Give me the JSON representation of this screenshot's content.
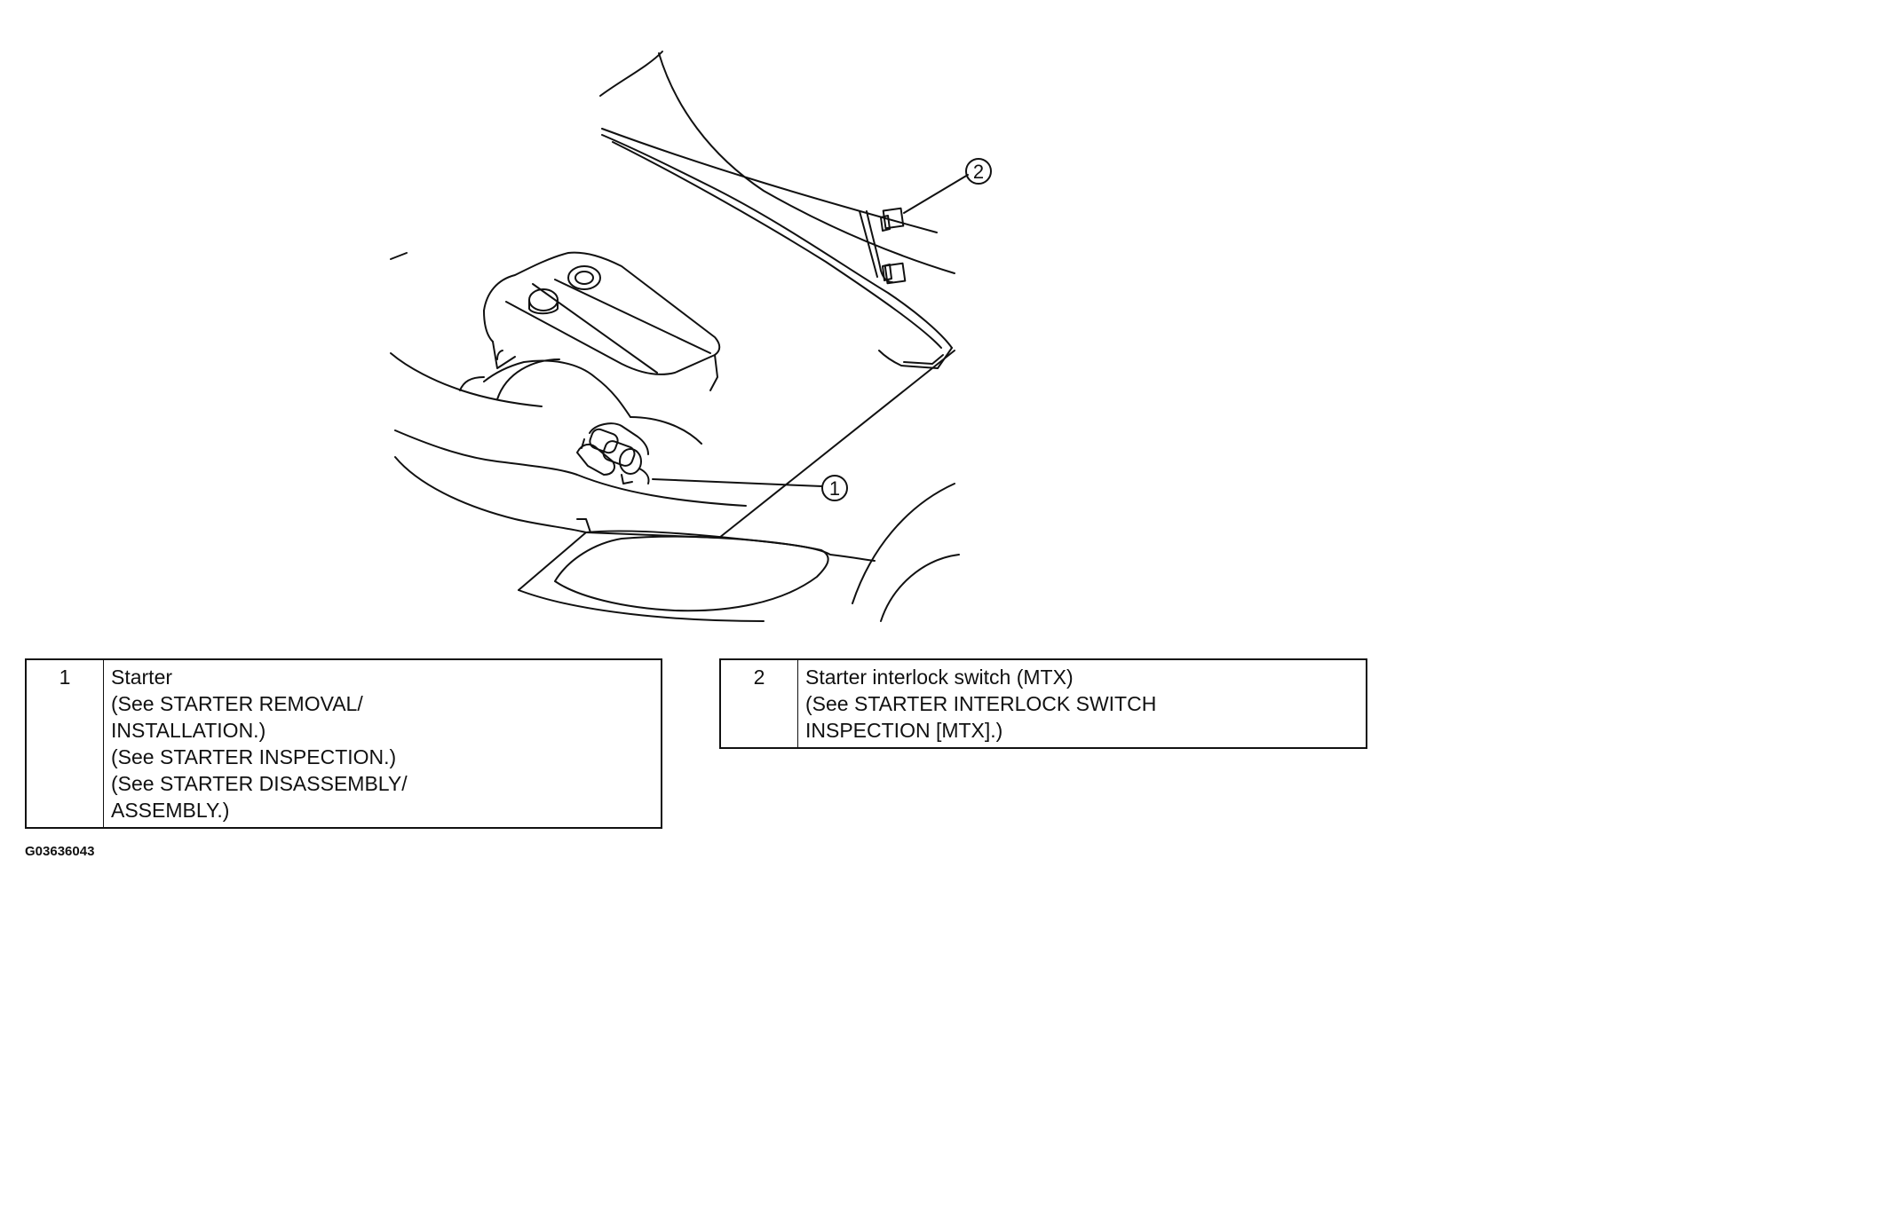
{
  "callouts": {
    "c1": "1",
    "c2": "2"
  },
  "table_1": {
    "number": "1",
    "lines": [
      "Starter",
      "(See STARTER REMOVAL/",
      "INSTALLATION.)",
      "(See STARTER INSPECTION.)",
      "(See STARTER DISASSEMBLY/",
      "ASSEMBLY.)"
    ]
  },
  "table_2": {
    "number": "2",
    "lines": [
      "Starter interlock switch (MTX)",
      "(See STARTER INTERLOCK SWITCH",
      "INSPECTION [MTX].)"
    ]
  },
  "figure_id": "G03636043"
}
